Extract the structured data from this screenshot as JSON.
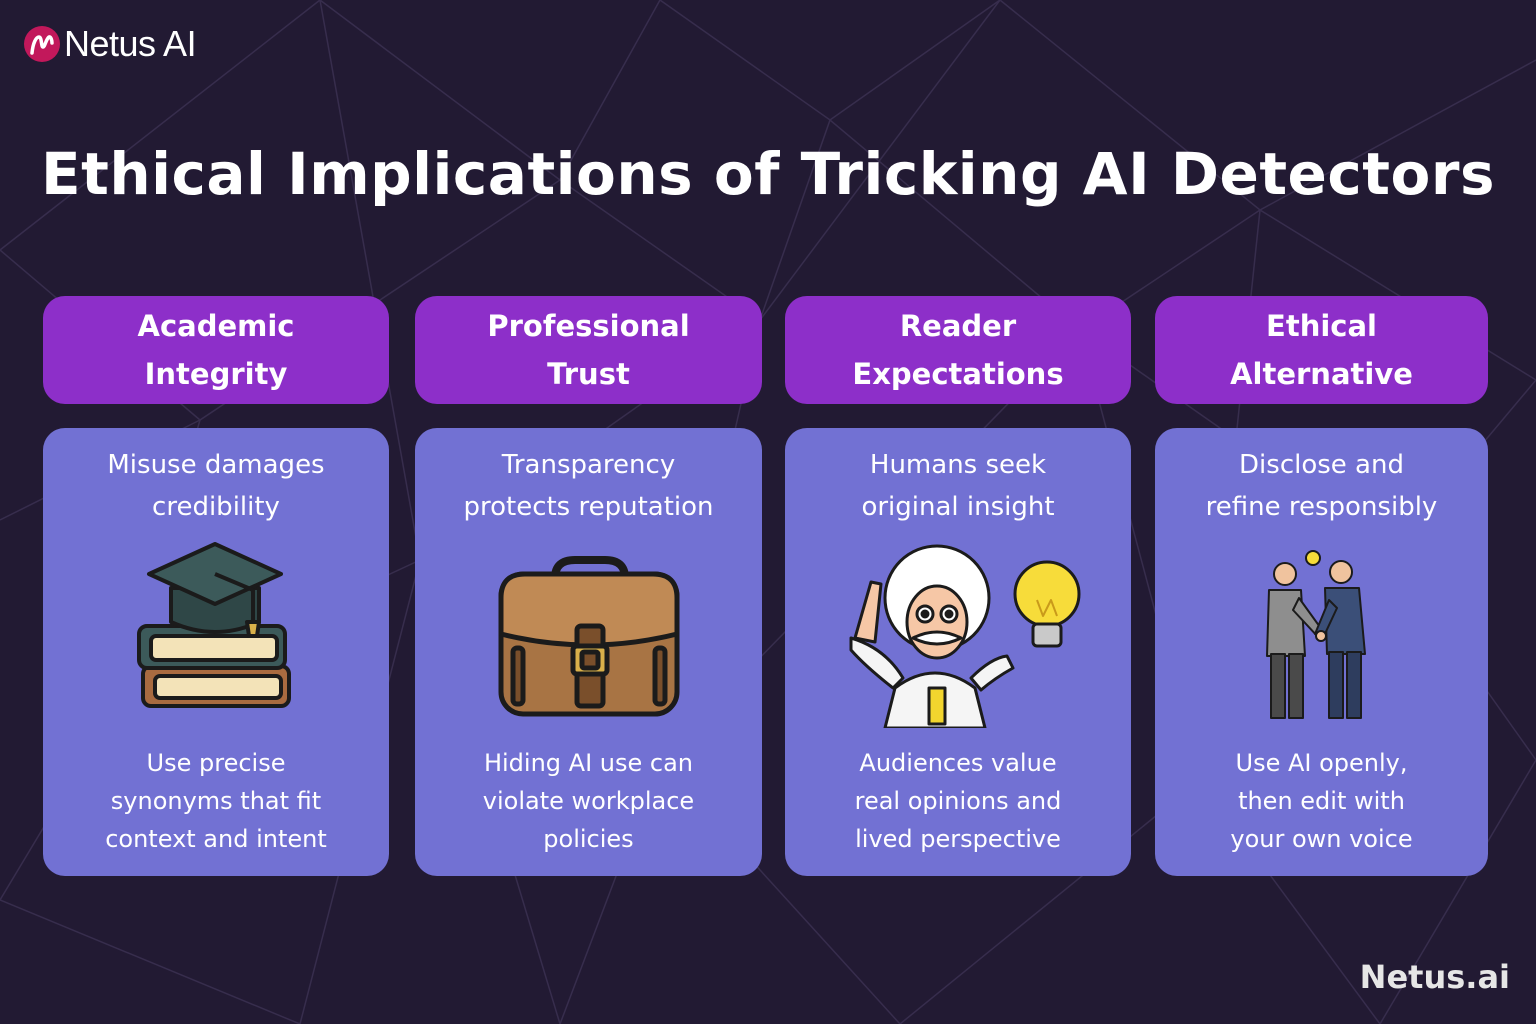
{
  "logo": {
    "text": "Netus AI",
    "mark_letter": "n",
    "mark_color": "#c2185b"
  },
  "title": "Ethical Implications of Tricking AI Detectors",
  "brand": "Netus.ai",
  "colors": {
    "background": "#221a33",
    "header": "#8d2fc9",
    "card": "#7271d3"
  },
  "columns": [
    {
      "header_line1": "Academic",
      "header_line2": "Integrity",
      "top_line1": "Misuse damages",
      "top_line2": "credibility",
      "icon": "graduation-books-icon",
      "bottom_line1": "Use precise",
      "bottom_line2": "synonyms that fit",
      "bottom_line3": "context and intent"
    },
    {
      "header_line1": "Professional",
      "header_line2": "Trust",
      "top_line1": "Transparency",
      "top_line2": "protects reputation",
      "icon": "briefcase-icon",
      "bottom_line1": "Hiding AI use can",
      "bottom_line2": "violate workplace",
      "bottom_line3": "policies"
    },
    {
      "header_line1": "Reader",
      "header_line2": "Expectations",
      "top_line1": "Humans seek",
      "top_line2": "original insight",
      "icon": "scientist-lightbulb-icon",
      "bottom_line1": "Audiences value",
      "bottom_line2": "real opinions and",
      "bottom_line3": "lived perspective"
    },
    {
      "header_line1": "Ethical",
      "header_line2": "Alternative",
      "top_line1": "Disclose and",
      "top_line2": "refine responsibly",
      "icon": "handshake-icon",
      "bottom_line1": "Use AI openly,",
      "bottom_line2": "then edit with",
      "bottom_line3": "your own voice"
    }
  ]
}
